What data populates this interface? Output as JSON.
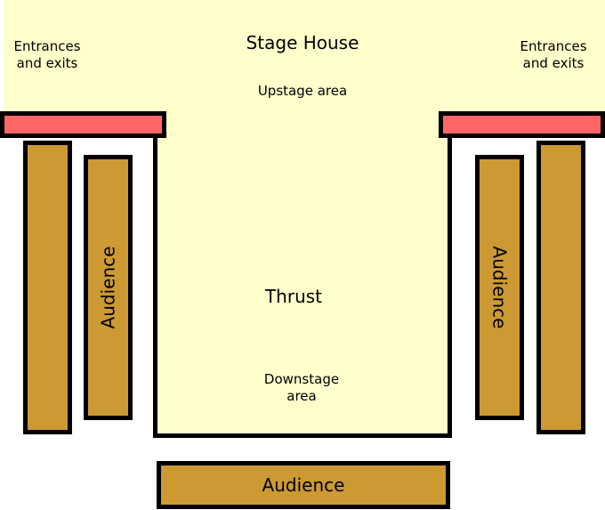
{
  "stage_house": {
    "title": "Stage House",
    "upstage": "Upstage area",
    "entrances_left": "Entrances and exits",
    "entrances_right": "Entrances and exits"
  },
  "thrust": {
    "title": "Thrust",
    "downstage": "Downstage area"
  },
  "audience": {
    "left": "Audience",
    "right": "Audience",
    "bottom": "Audience"
  },
  "colors": {
    "stage": "#ffffcc",
    "wings": "#ff6666",
    "audience": "#cc9933"
  }
}
